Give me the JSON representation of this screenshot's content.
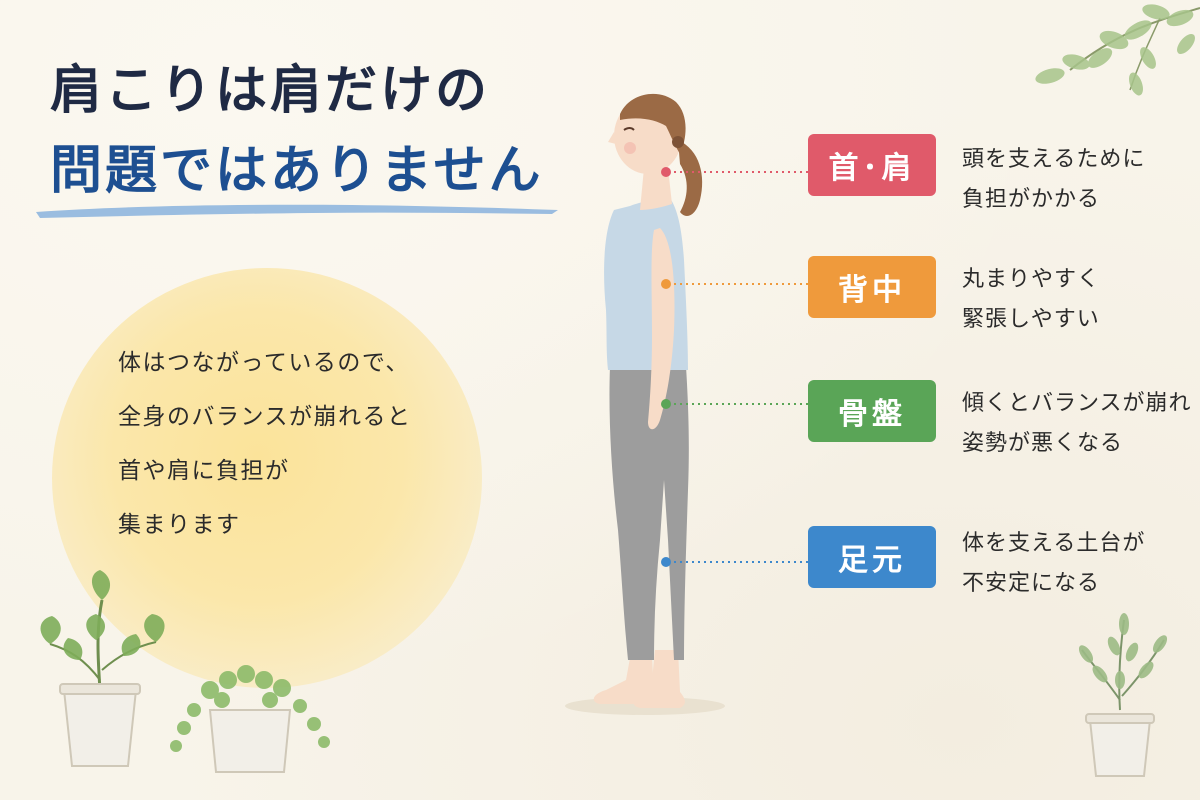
{
  "title": {
    "line1": "肩こりは肩だけの",
    "line2": "問題ではありません",
    "line1_color": "#1f2a44",
    "line2_color": "#1d4f91",
    "brush_color": "#8fb6de"
  },
  "message": {
    "lines": [
      "体はつながっているので、",
      "全身のバランスが崩れると",
      "首や肩に負担が",
      "集まります"
    ],
    "blob_color": "#fbe39a"
  },
  "points": [
    {
      "label": "首･肩",
      "color": "#e05a6a",
      "desc": [
        "頭を支えるために",
        "負担がかかる"
      ]
    },
    {
      "label": "背中",
      "color": "#ef9a3c",
      "desc": [
        "丸まりやすく",
        "緊張しやすい"
      ]
    },
    {
      "label": "骨盤",
      "color": "#5aa557",
      "desc": [
        "傾くとバランスが崩れ",
        "姿勢が悪くなる"
      ]
    },
    {
      "label": "足元",
      "color": "#3d88cc",
      "desc": [
        "体を支える土台が",
        "不安定になる"
      ]
    }
  ],
  "figure": {
    "hair_color": "#9b6a45",
    "skin_color": "#f7dcc8",
    "top_color": "#c6d8e6",
    "leggings_color": "#9d9d9d"
  },
  "icons": [
    "potted-plant-icon",
    "trailing-plant-icon",
    "leafy-branch-icon",
    "small-potted-plant-icon"
  ]
}
